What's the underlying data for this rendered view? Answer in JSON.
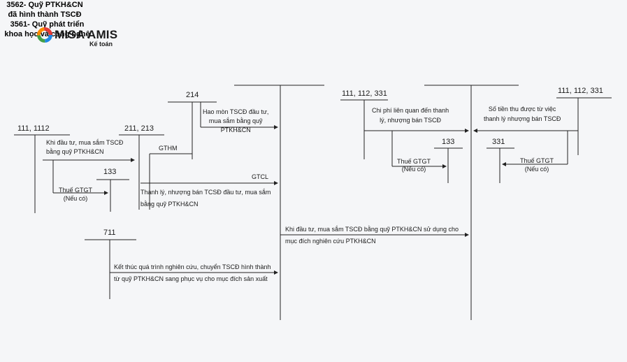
{
  "brand": {
    "name": "MISA AMIS",
    "sub": "Kế toán"
  },
  "headers": {
    "acc_3562": "3562- Quỹ PTKH&CN\nđã hình thành TSCĐ",
    "acc_3561": "3561- Quỹ phát triển\nkhoa học và công nghệ"
  },
  "accounts": {
    "a1": "111, 1112",
    "a2": "211, 213",
    "a3": "214",
    "a4": "133",
    "a5": "711",
    "a6": "111, 112, 331",
    "a7": "133",
    "a8": "111, 112, 331",
    "a9": "331"
  },
  "labels": {
    "l1": "Khi đầu tư, mua sắm TSCĐ\nbằng quỹ PTKH&CN",
    "l2": "Thuế GTGT\n(Nếu có)",
    "l3": "Hao mòn TSCĐ đầu tư,\nmua sắm bằng quỹ\nPTKH&CN",
    "l4": "GTHM",
    "l5": "GTCL",
    "l6": "Thanh lý, nhượng bán TCSĐ đầu tư, mua sắm bằng quỹ PTKH&CN",
    "l7": "Kết thúc quá trình nghiên cứu, chuyển TSCĐ hình thành từ quỹ PTKH&CN sang phục vụ cho mục đích sản xuất",
    "l8": "Khi đầu tư, mua sắm TSCĐ bằng quỹ PTKH&CN sử dụng cho mục đích nghiên cứu PTKH&CN",
    "l9": "Chi phí liên quan đến thanh\nlý, nhượng bán TSCĐ",
    "l10": "Thuế GTGT\n(Nếu có)",
    "l11": "Số tiền thu được từ việc\nthanh lý nhượng bán TSCĐ",
    "l12": "Thuế GTGT\n(Nếu có)"
  },
  "colors": {
    "line": "#222222",
    "logo_blue": "#1e88e5",
    "logo_green": "#43a047",
    "logo_orange": "#fb8c00",
    "logo_red": "#e53935"
  }
}
